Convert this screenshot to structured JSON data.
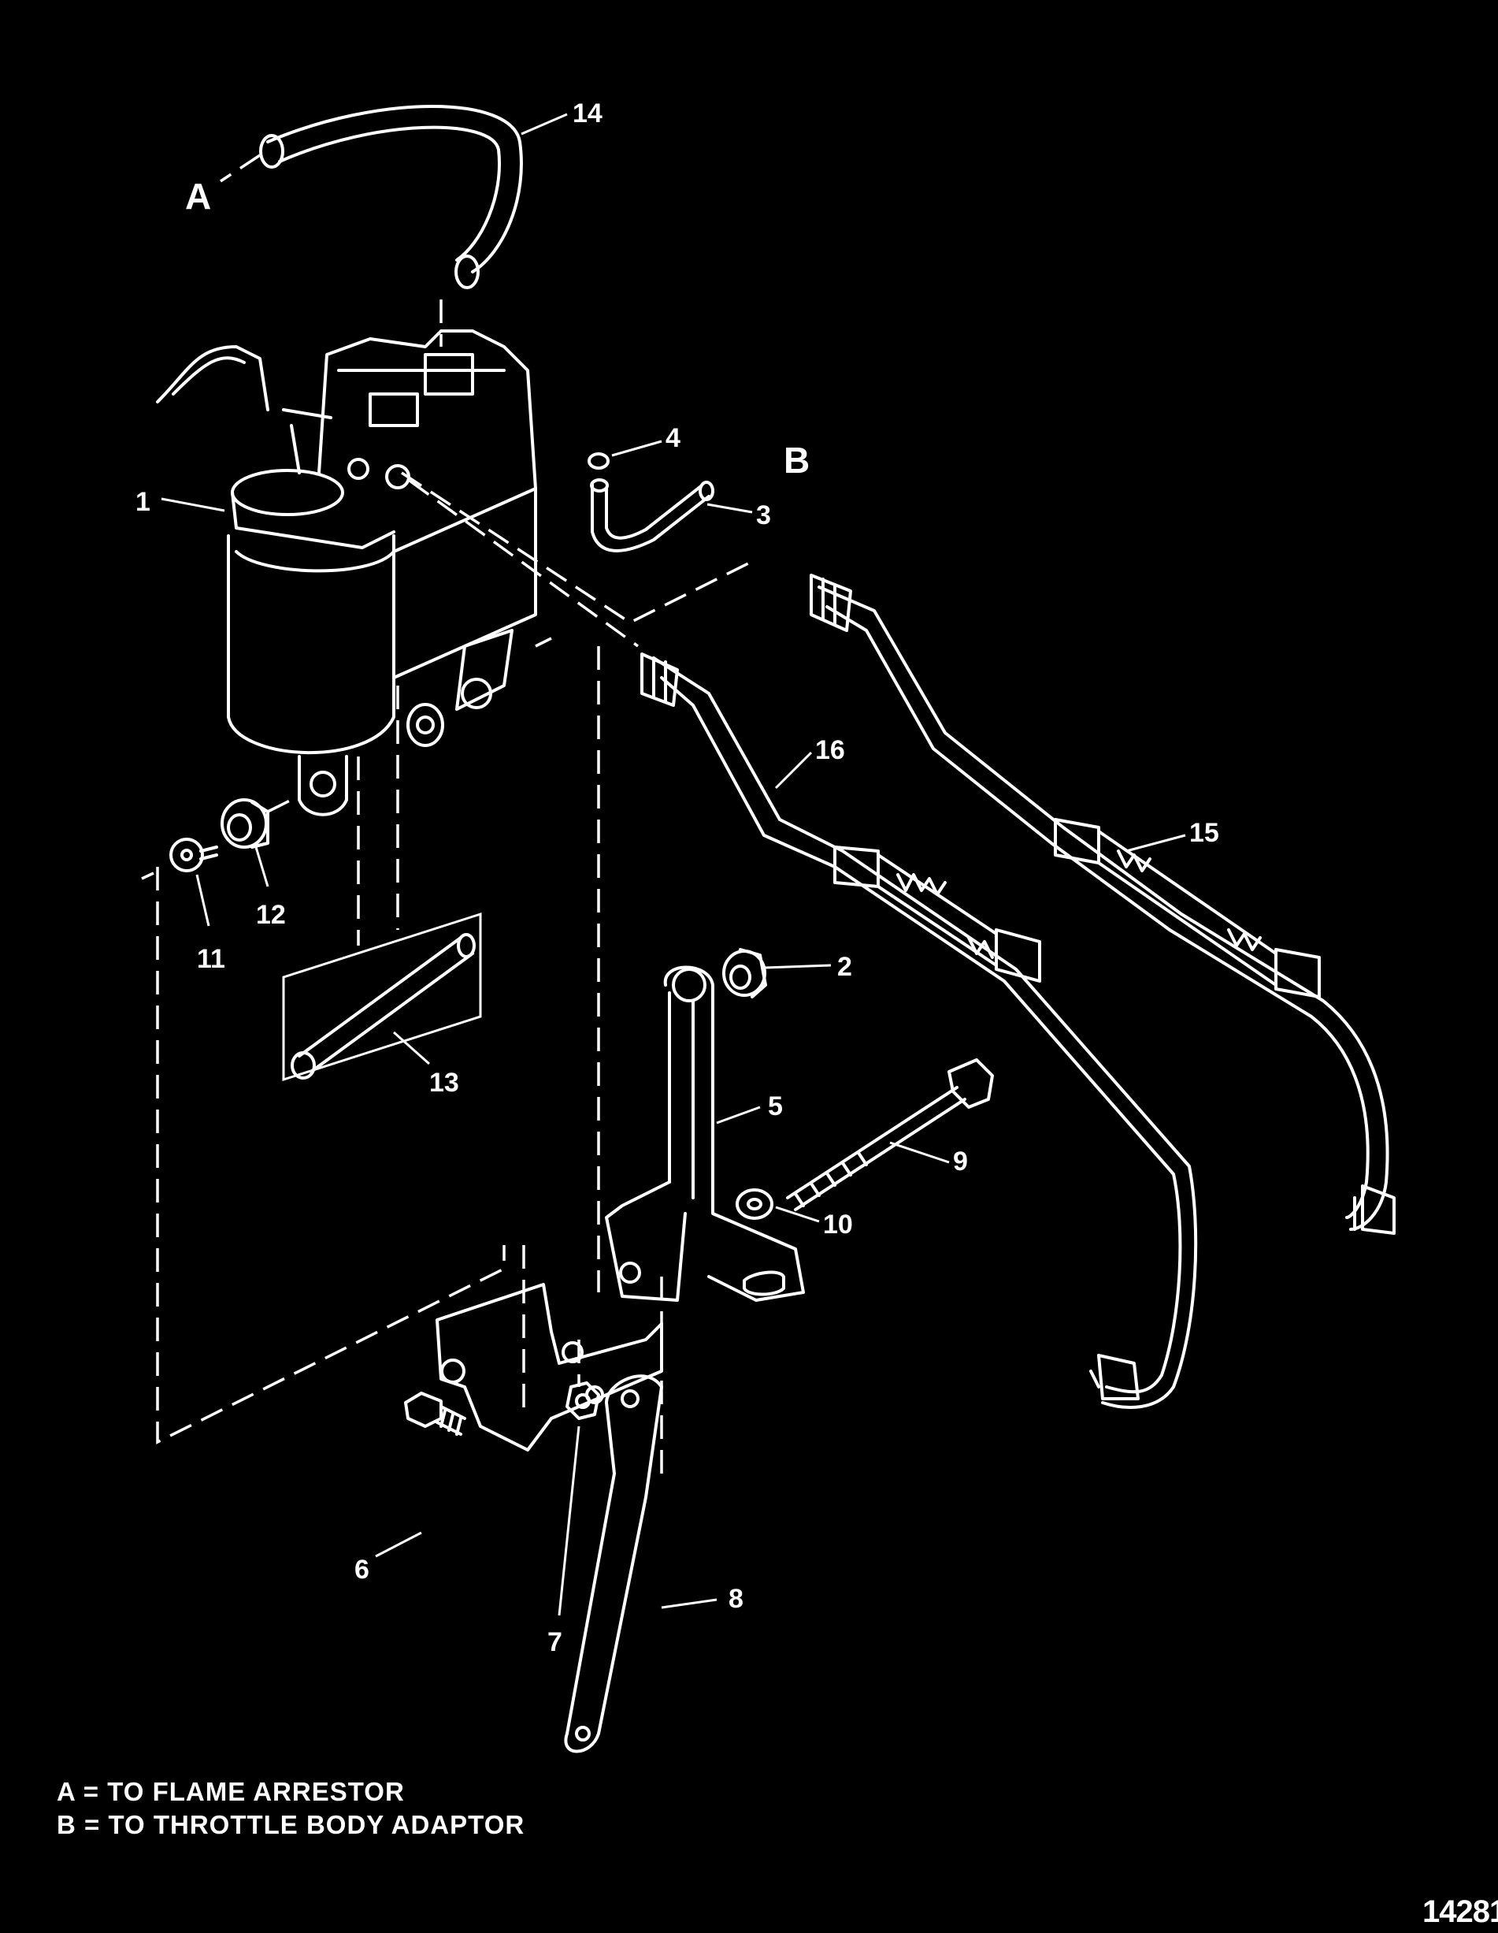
{
  "callouts": {
    "c1": "1",
    "c2": "2",
    "c3": "3",
    "c4": "4",
    "c5": "5",
    "c6": "6",
    "c7": "7",
    "c8": "8",
    "c9": "9",
    "c10": "10",
    "c11": "11",
    "c12": "12",
    "c13": "13",
    "c14": "14",
    "c15": "15",
    "c16": "16"
  },
  "connections": {
    "a": "A",
    "b": "B"
  },
  "legend": {
    "a": "A = TO FLAME ARRESTOR",
    "b": "B = TO THROTTLE BODY ADAPTOR"
  },
  "drawing_number": "14281"
}
